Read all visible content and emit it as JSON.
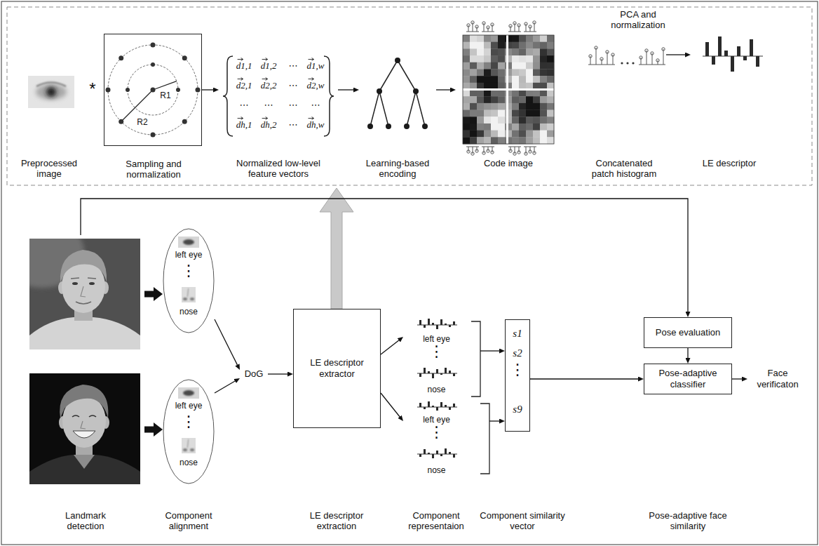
{
  "diagram": {
    "nodes": [
      {
        "text": [
          "Preprocessed image"
        ]
      },
      {
        "text": [
          "Sampling and normalization"
        ]
      },
      {
        "text": [
          "Normalized low-level feature vectors"
        ]
      },
      {
        "text": [
          "Learning-based encoding"
        ]
      },
      {
        "text": [
          "Code image"
        ]
      },
      {
        "text": [
          "Concatenated patch histogram"
        ]
      },
      {
        "text": [
          "LE descriptor"
        ]
      },
      {
        "text": [
          "Landmark detection"
        ]
      },
      {
        "text": [
          "left eye",
          "⋮",
          "nose"
        ]
      },
      {
        "text": [
          "left eye",
          "⋮",
          "nose"
        ]
      },
      {
        "text": [
          "DoG"
        ]
      },
      {
        "text": [
          "LE descriptor extractor"
        ]
      },
      {
        "text": [
          "left eye",
          "⋮",
          "nose"
        ]
      },
      {
        "text": [
          "left eye",
          "⋮",
          "nose"
        ]
      },
      {
        "text": [
          "s1",
          "s2",
          "⋮",
          "s9"
        ]
      },
      {
        "text": [
          "Pose evaluation"
        ]
      },
      {
        "text": [
          "Pose-adaptive classifier"
        ]
      },
      {
        "text": [
          "Face verificaton"
        ]
      }
    ],
    "edges": [
      {
        "from": 1,
        "to": 2,
        "arrow": "to"
      },
      {
        "from": 2,
        "to": 3,
        "arrow": "to"
      },
      {
        "from": 3,
        "to": 4,
        "arrow": "to"
      },
      {
        "from": 5,
        "to": 6,
        "arrow": "to"
      },
      {
        "from": 7,
        "to": 8,
        "arrow": "to"
      },
      {
        "from": 7,
        "to": 9,
        "arrow": "to"
      },
      {
        "from": 8,
        "to": 10,
        "arrow": "to"
      },
      {
        "from": 9,
        "to": 10,
        "arrow": "to"
      },
      {
        "from": 10,
        "to": 11,
        "arrow": "to"
      },
      {
        "from": 11,
        "to": 12,
        "arrow": "to"
      },
      {
        "from": 11,
        "to": 13,
        "arrow": "to"
      },
      {
        "from": 12,
        "to": 14,
        "arrow": "to"
      },
      {
        "from": 13,
        "to": 14,
        "arrow": "to"
      },
      {
        "from": 7,
        "to": 15,
        "arrow": "to"
      },
      {
        "from": 15,
        "to": 16,
        "arrow": "to"
      },
      {
        "from": 14,
        "to": 16,
        "arrow": "to"
      },
      {
        "from": 16,
        "to": 17,
        "arrow": "to"
      }
    ],
    "labels": [
      "*",
      "R1",
      "R2",
      "d1,1",
      "d1,2",
      "⋯",
      "d1,w",
      "d2,1",
      "d2,2",
      "⋯",
      "d2,w",
      "⋯",
      "⋯",
      "⋯",
      "⋯",
      "dh,1",
      "dh,2",
      "⋯",
      "dh,w",
      "PCA and normalization",
      "Component alignment",
      "LE descriptor extraction",
      "Component representaion",
      "Component similarity vector",
      "Pose-adaptive face similarity"
    ]
  }
}
